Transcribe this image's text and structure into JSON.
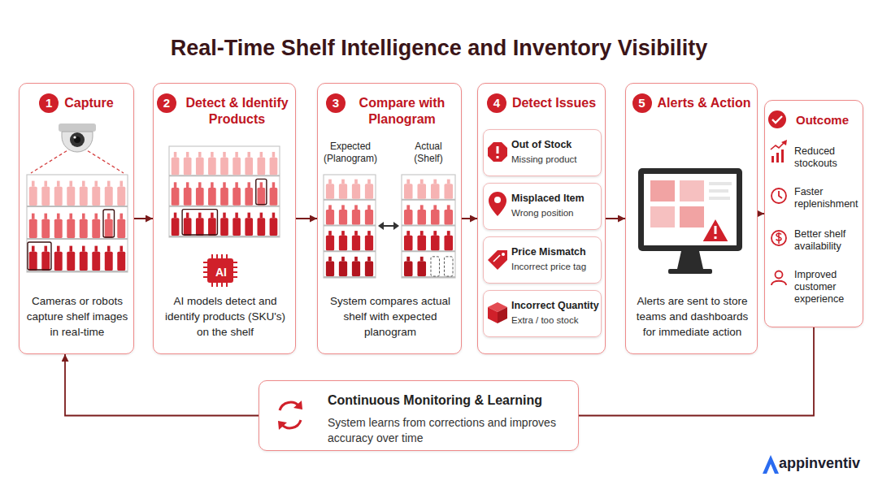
{
  "diagram": {
    "title": "Real-Time Shelf Intelligence and Inventory Visibility",
    "nodes": [
      {
        "text": [
          "1",
          "Capture",
          "Cameras or robots capture shelf images in real-time"
        ]
      },
      {
        "text": [
          "2",
          "Detect & Identify Products",
          "AI",
          "AI models detect and identify products (SKU's) on the shelf"
        ]
      },
      {
        "text": [
          "3",
          "Compare with Planogram",
          "Expected (Planogram)",
          "Actual (Shelf)",
          "System compares actual shelf with expected planogram"
        ]
      },
      {
        "text": [
          "4",
          "Detect Issues"
        ]
      },
      {
        "text": [
          "Out of Stock",
          "Missing product"
        ],
        "in": 3
      },
      {
        "text": [
          "Misplaced Item",
          "Wrong position"
        ],
        "in": 3
      },
      {
        "text": [
          "Price Mismatch",
          "Incorrect price tag"
        ],
        "in": 3
      },
      {
        "text": [
          "Incorrect Quantity",
          "Extra / too stock"
        ],
        "in": 3
      },
      {
        "text": [
          "5",
          "Alerts & Action",
          "Alerts are sent to store teams and dashboards for immediate action"
        ]
      },
      {
        "text": [
          "Outcome",
          "Reduced stockouts",
          "Faster replenishment",
          "Better shelf availability",
          "Improved customer experience"
        ]
      },
      {
        "text": [
          "Continuous Monitoring & Learning",
          "System learns from corrections and improves accuracy over time"
        ]
      }
    ],
    "edges": [
      {
        "from": 0,
        "to": 1,
        "arrow": "to"
      },
      {
        "from": 1,
        "to": 2,
        "arrow": "to"
      },
      {
        "from": 2,
        "to": 3,
        "arrow": "to"
      },
      {
        "from": 3,
        "to": 8,
        "arrow": "to"
      },
      {
        "from": 8,
        "to": 9,
        "arrow": "to"
      },
      {
        "from": 9,
        "to": 10,
        "arrow": "none"
      },
      {
        "from": 10,
        "to": 0,
        "arrow": "to"
      }
    ],
    "labels": [
      "appinventiv"
    ]
  }
}
